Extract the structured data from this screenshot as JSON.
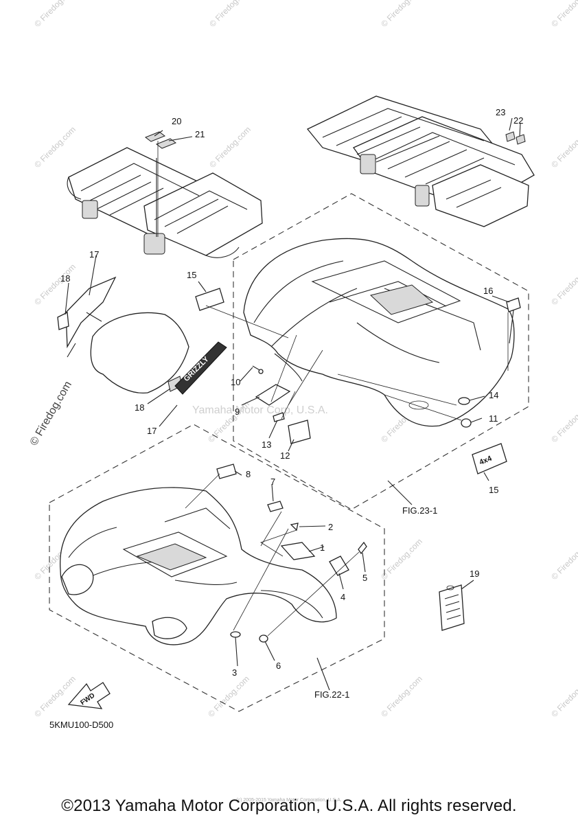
{
  "callouts": {
    "c1": "1",
    "c2": "2",
    "c3": "3",
    "c4": "4",
    "c5": "5",
    "c6": "6",
    "c7": "7",
    "c8": "8",
    "c9": "9",
    "c10": "10",
    "c11": "11",
    "c12": "12",
    "c13": "13",
    "c14": "14",
    "c15a": "15",
    "c15b": "15",
    "c16": "16",
    "c17a": "17",
    "c17b": "17",
    "c18a": "18",
    "c18b": "18",
    "c19": "19",
    "c20": "20",
    "c21": "21",
    "c22": "22",
    "c23": "23"
  },
  "fig_refs": {
    "rear": "FIG.23-1",
    "front": "FIG.22-1"
  },
  "fwd_label": "FWD",
  "emblem_text": "GRIZZLY",
  "badge_text": "4x4",
  "watermarks": {
    "firedog": "© Firedog.com",
    "yamaha": "Yamaha Motor Corp, U.S.A."
  },
  "diagram_code": "5KMU100-D500",
  "copyright": "©2013 Yamaha Motor Corporation, U.S.A. All rights reserved.",
  "small_copyright": "(c) 2005-2015 Yamaha Motor Corporation, U.S.A."
}
